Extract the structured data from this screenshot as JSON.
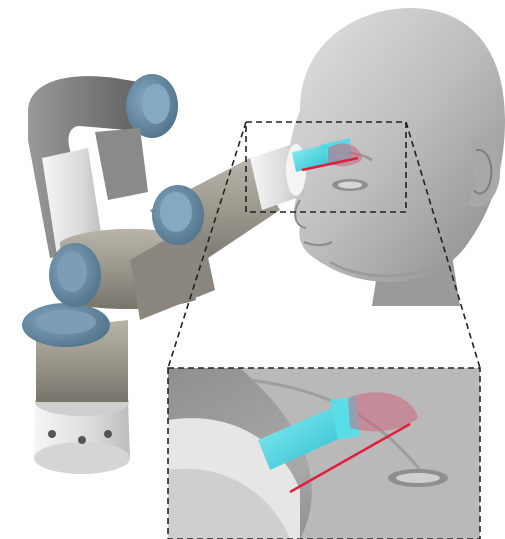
{
  "scene": {
    "subject_a": "robot-arm",
    "subject_b": "mannequin-head",
    "tool": "cyan-light-guide",
    "beam": "red-laser-line",
    "target_region": "red-translucent-patch",
    "callout": "dashed-zoom-inset"
  },
  "colors": {
    "background": "#ffffff",
    "robot_gray_dark": "#6e6e6e",
    "robot_gray_mid": "#8c8c8c",
    "robot_tan": "#9a968c",
    "robot_white": "#e9e9e9",
    "joint_cap_blue": "#5f86a3",
    "head_gray": "#bdbdbd",
    "tool_cyan": "#3fd7e3",
    "beam_red": "#e0203a",
    "patch_red": "#d0607a",
    "dash": "#222222"
  }
}
